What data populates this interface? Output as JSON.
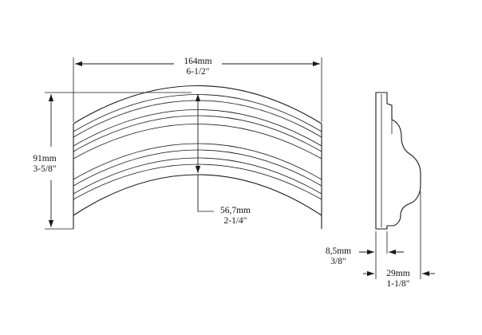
{
  "dimensions": {
    "width": {
      "metric": "164mm",
      "imperial": "6-1/2\""
    },
    "height": {
      "metric": "91mm",
      "imperial": "3-5/8\""
    },
    "inner_height": {
      "metric": "56,7mm",
      "imperial": "2-1/4\""
    },
    "flange": {
      "metric": "8,5mm",
      "imperial": "3/8\""
    },
    "depth": {
      "metric": "29mm",
      "imperial": "1-1/8\""
    }
  },
  "colors": {
    "line": "#1a1a1a"
  }
}
